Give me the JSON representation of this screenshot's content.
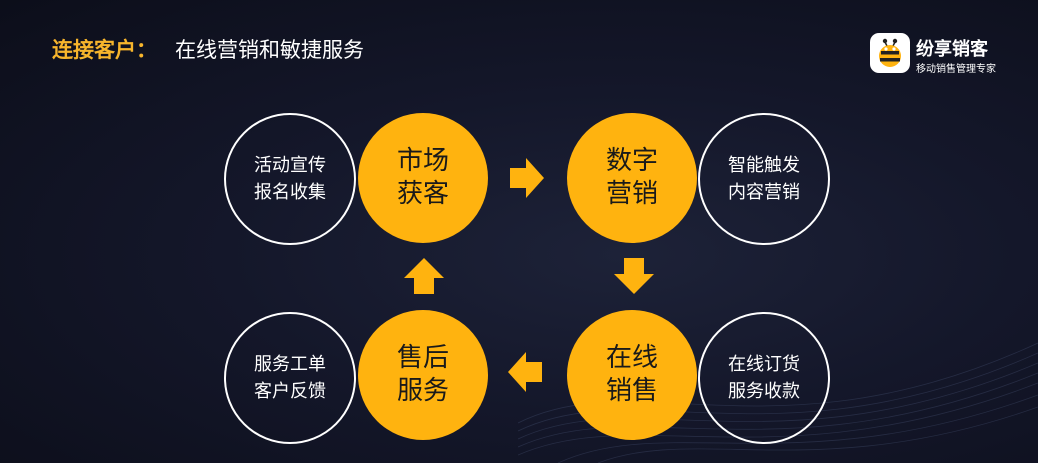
{
  "header": {
    "prefix": "连接客户：",
    "title": "在线营销和敏捷服务"
  },
  "logo": {
    "name": "纷享销客",
    "tagline": "移动销售管理专家",
    "icon": "bee-icon"
  },
  "colors": {
    "accent": "#ffb30f",
    "header_accent": "#f7b52c",
    "background": "#14172a"
  },
  "cycle": {
    "top_left": {
      "main_line1": "市场",
      "main_line2": "获客",
      "side_line1": "活动宣传",
      "side_line2": "报名收集"
    },
    "top_right": {
      "main_line1": "数字",
      "main_line2": "营销",
      "side_line1": "智能触发",
      "side_line2": "内容营销"
    },
    "bottom_right": {
      "main_line1": "在线",
      "main_line2": "销售",
      "side_line1": "在线订货",
      "side_line2": "服务收款"
    },
    "bottom_left": {
      "main_line1": "售后",
      "main_line2": "服务",
      "side_line1": "服务工单",
      "side_line2": "客户反馈"
    }
  }
}
